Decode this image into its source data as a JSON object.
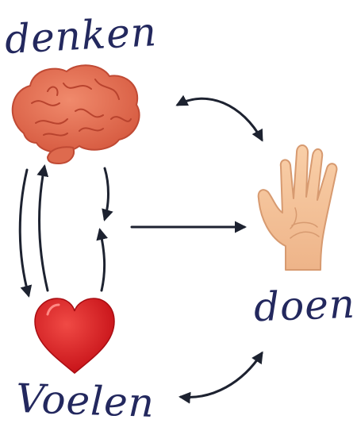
{
  "labels": {
    "thinking": "denken",
    "doing": "doen",
    "feeling": "Voelen"
  },
  "icons": {
    "brain": "brain-icon",
    "hand": "hand-icon",
    "heart": "heart-icon"
  },
  "colors": {
    "ink": "#23285e",
    "arrow": "#1d2230",
    "brain": "#e8684e",
    "heart": "#d8181e",
    "hand": "#f6c39a"
  }
}
